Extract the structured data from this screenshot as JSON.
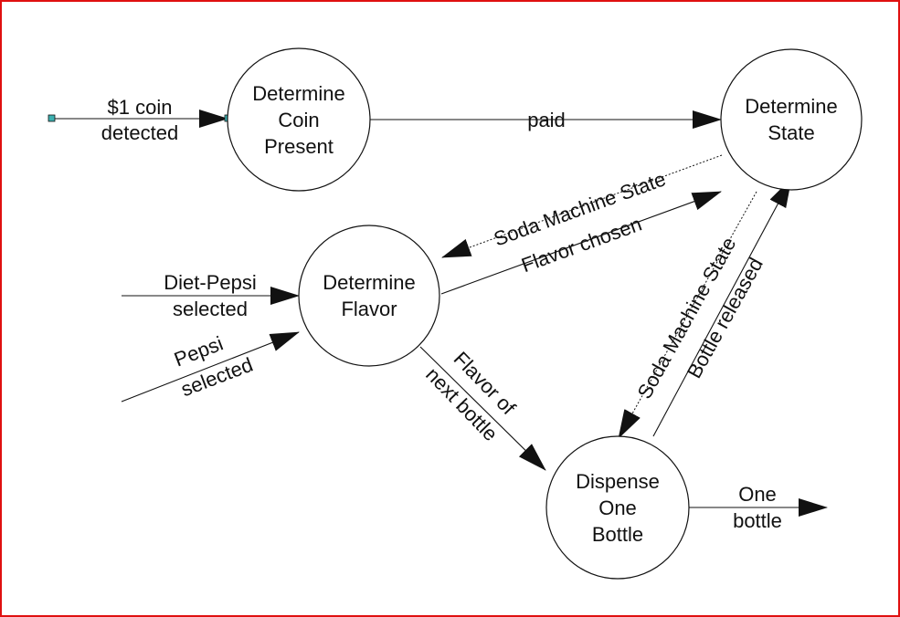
{
  "nodes": {
    "coin": [
      "Determine",
      "Coin",
      "Present"
    ],
    "state": [
      "Determine",
      "State"
    ],
    "flavor": [
      "Determine",
      "Flavor"
    ],
    "dispense": [
      "Dispense",
      "One",
      "Bottle"
    ]
  },
  "edges": {
    "coin_detected": [
      "$1 coin",
      "detected"
    ],
    "paid": "paid",
    "state_to_flavor": "Soda Machine State",
    "flavor_chosen": "Flavor chosen",
    "diet_pepsi": [
      "Diet-Pepsi",
      "selected"
    ],
    "pepsi": [
      "Pepsi",
      "selected"
    ],
    "flavor_next": [
      "Flavor of",
      "next bottle"
    ],
    "state_to_dispense": "Soda Machine State",
    "bottle_released": "Bottle released",
    "one_bottle": [
      "One",
      "bottle"
    ]
  },
  "colors": {
    "border": "#e01010",
    "handle": "#3cb0b0"
  }
}
